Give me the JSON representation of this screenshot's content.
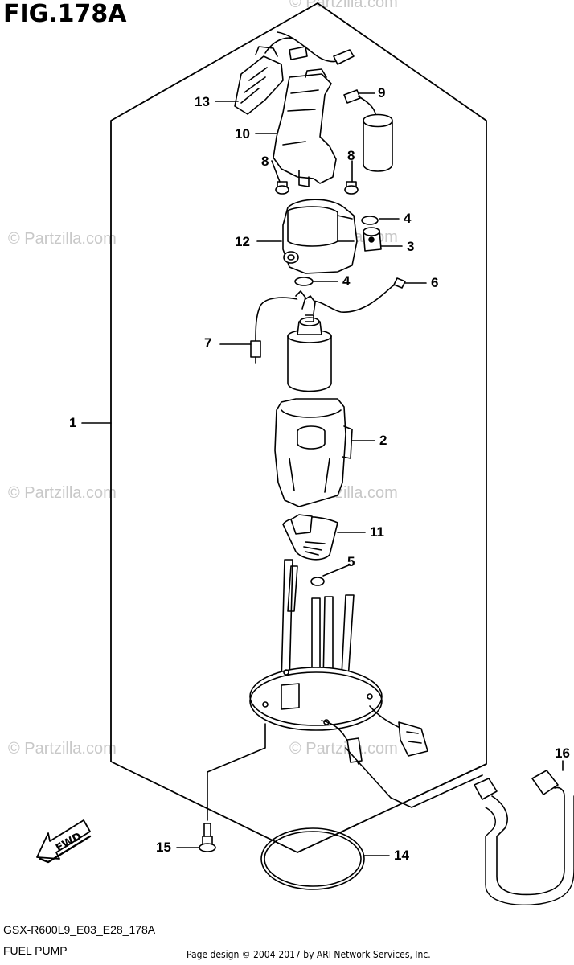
{
  "figure": {
    "title": "FIG.178A"
  },
  "callouts": [
    {
      "id": "13",
      "label": "13"
    },
    {
      "id": "9",
      "label": "9"
    },
    {
      "id": "10",
      "label": "10"
    },
    {
      "id": "8a",
      "label": "8"
    },
    {
      "id": "8b",
      "label": "8"
    },
    {
      "id": "4a",
      "label": "4"
    },
    {
      "id": "12",
      "label": "12"
    },
    {
      "id": "3",
      "label": "3"
    },
    {
      "id": "4b",
      "label": "4"
    },
    {
      "id": "6",
      "label": "6"
    },
    {
      "id": "7",
      "label": "7"
    },
    {
      "id": "1",
      "label": "1"
    },
    {
      "id": "2",
      "label": "2"
    },
    {
      "id": "11",
      "label": "11"
    },
    {
      "id": "5",
      "label": "5"
    },
    {
      "id": "16",
      "label": "16"
    },
    {
      "id": "15",
      "label": "15"
    },
    {
      "id": "14",
      "label": "14"
    }
  ],
  "fwd_label": "FWD",
  "watermark_text": "© Partzilla.com",
  "footer": {
    "model_code": "GSX-R600L9_E03_E28_178A",
    "page_name": "FUEL PUMP",
    "credit": "Page design © 2004-2017 by ARI Network Services, Inc."
  }
}
